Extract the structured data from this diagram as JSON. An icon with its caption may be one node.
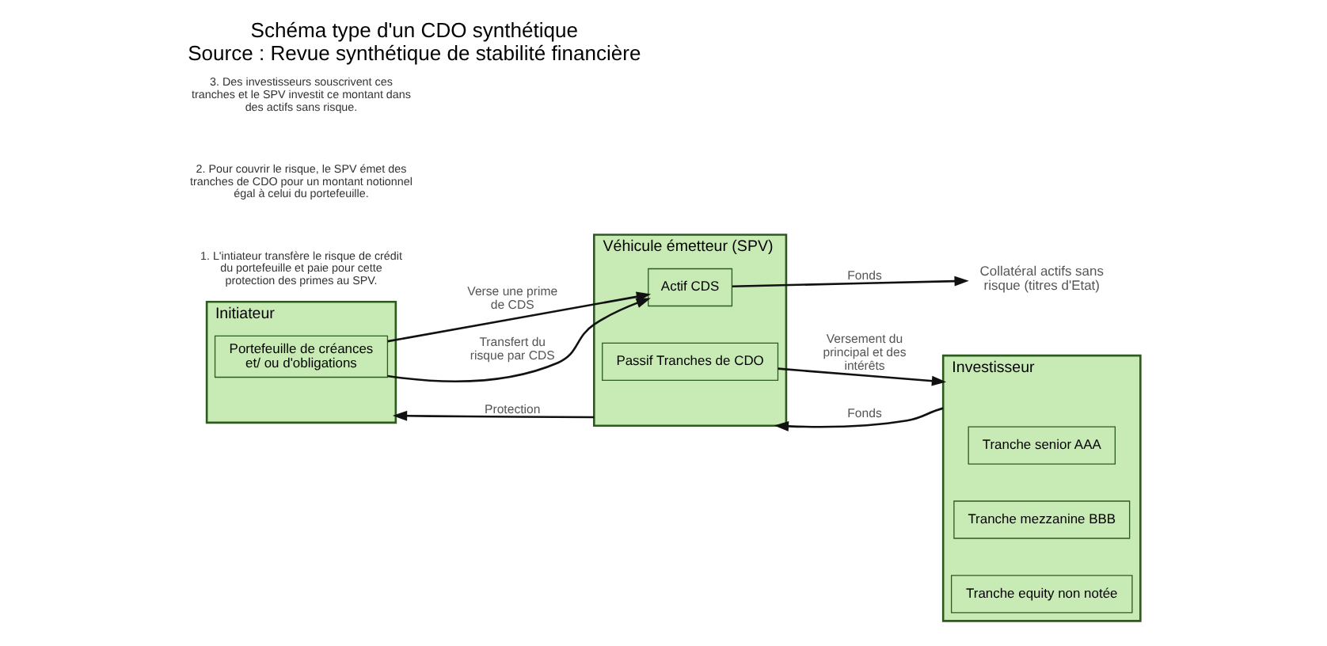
{
  "diagram": {
    "title": "Schéma type d'un CDO synthétique",
    "caption": "Source : Revue synthétique de stabilité financière",
    "nodes": [
      {
        "text": [
          "Initiateur"
        ]
      },
      {
        "text": [
          "Portefeuille de créances et/ ou d'obligations"
        ],
        "in": 0
      },
      {
        "text": [
          "Véhicule émetteur (SPV)"
        ]
      },
      {
        "text": [
          "Actif CDS"
        ],
        "in": 2
      },
      {
        "text": [
          "Passif Tranches de CDO"
        ],
        "in": 2
      },
      {
        "text": [
          "Investisseur"
        ]
      },
      {
        "text": [
          "Tranche senior AAA"
        ],
        "in": 5
      },
      {
        "text": [
          "Tranche mezzanine BBB"
        ],
        "in": 5
      },
      {
        "text": [
          "Tranche equity non notée"
        ],
        "in": 5
      },
      {
        "text": [
          "Collatéral actifs sans risque (titres d'Etat)"
        ]
      }
    ],
    "edges": [
      {
        "from": 2,
        "to": 0,
        "arrow": "to",
        "label": "Protection"
      },
      {
        "from": 1,
        "to": 3,
        "arrow": "to",
        "label": "Verse une prime de CDS"
      },
      {
        "from": 1,
        "to": 3,
        "arrow": "to",
        "label": "Transfert du risque par CDS"
      },
      {
        "from": 5,
        "to": 2,
        "arrow": "to",
        "label": "Fonds"
      },
      {
        "from": 4,
        "to": 5,
        "arrow": "to",
        "label": "Versement du principal et des intérêts"
      },
      {
        "from": 3,
        "to": 9,
        "arrow": "to",
        "label": "Fonds"
      }
    ],
    "labels": [
      "1. L'intiateur transfère le risque de crédit du portefeuille et paie pour cette protection des primes au SPV.",
      "2. Pour couvrir le risque, le SPV émet des tranches de CDO pour un montant notionnel égal à celui du portefeuille.",
      "3. Des investisseurs souscrivent ces tranches et le SPV investit ce montant dans des actifs sans risque."
    ]
  }
}
